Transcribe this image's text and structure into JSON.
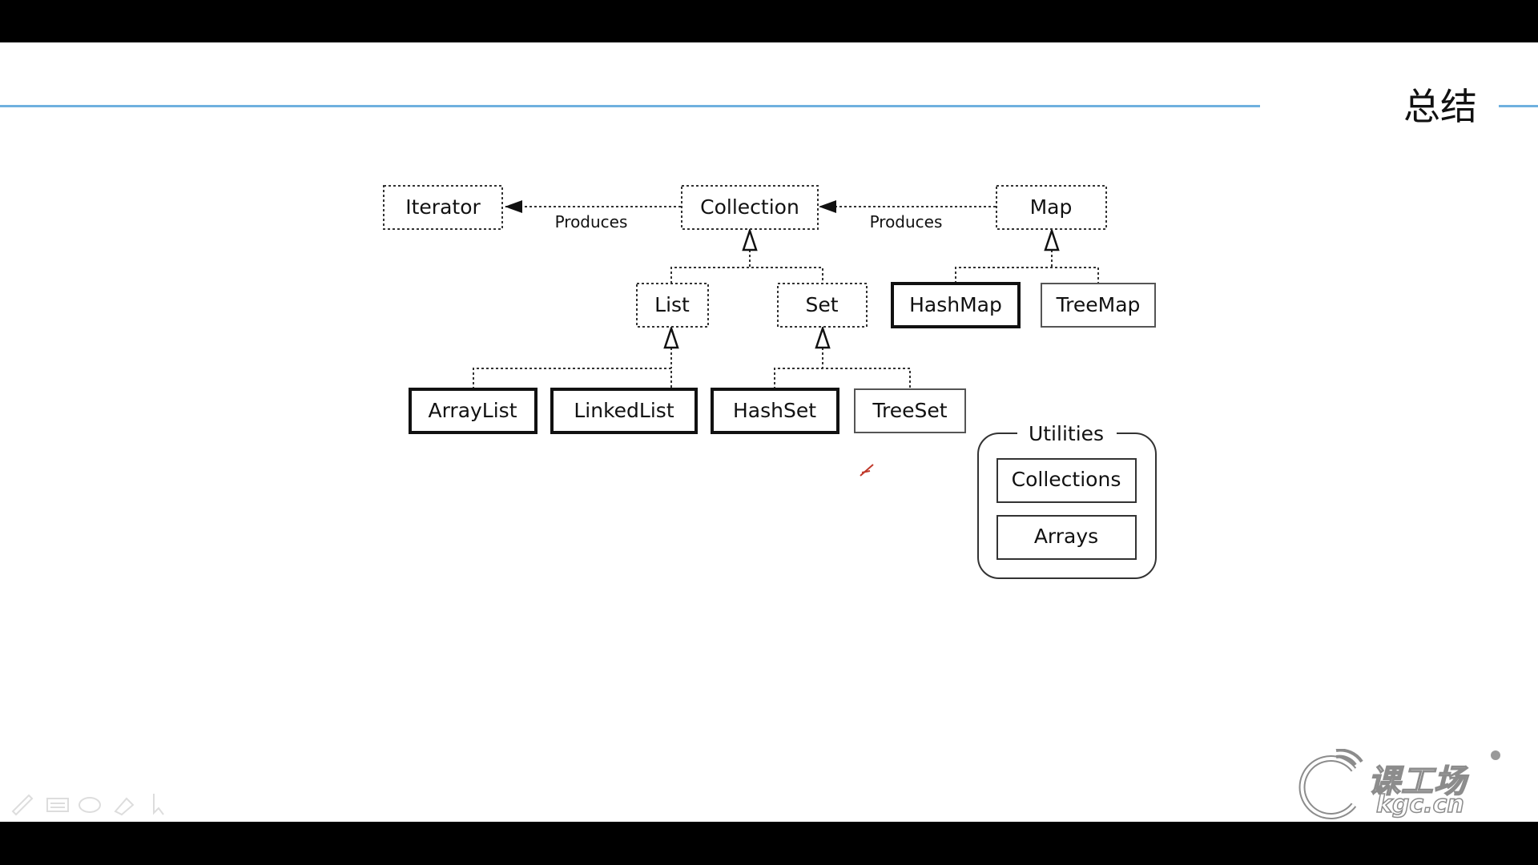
{
  "slide": {
    "title": "总结"
  },
  "diagram": {
    "nodes": {
      "iterator": "Iterator",
      "collection": "Collection",
      "map": "Map",
      "list": "List",
      "set": "Set",
      "hashmap": "HashMap",
      "treemap": "TreeMap",
      "arraylist": "ArrayList",
      "linkedlist": "LinkedList",
      "hashset": "HashSet",
      "treeset": "TreeSet"
    },
    "edges": {
      "produces_left": "Produces",
      "produces_right": "Produces"
    },
    "utilities": {
      "label": "Utilities",
      "collections": "Collections",
      "arrays": "Arrays"
    }
  },
  "toolbar": {
    "icons": [
      "pen-icon",
      "keyboard-icon",
      "highlighter-icon",
      "eraser-icon",
      "pointer-icon"
    ]
  },
  "logo": {
    "name": "课工场",
    "domain": "kgc.cn"
  },
  "colors": {
    "accent_line": "#6fb0df",
    "background": "#ffffff",
    "frame": "#000000"
  }
}
